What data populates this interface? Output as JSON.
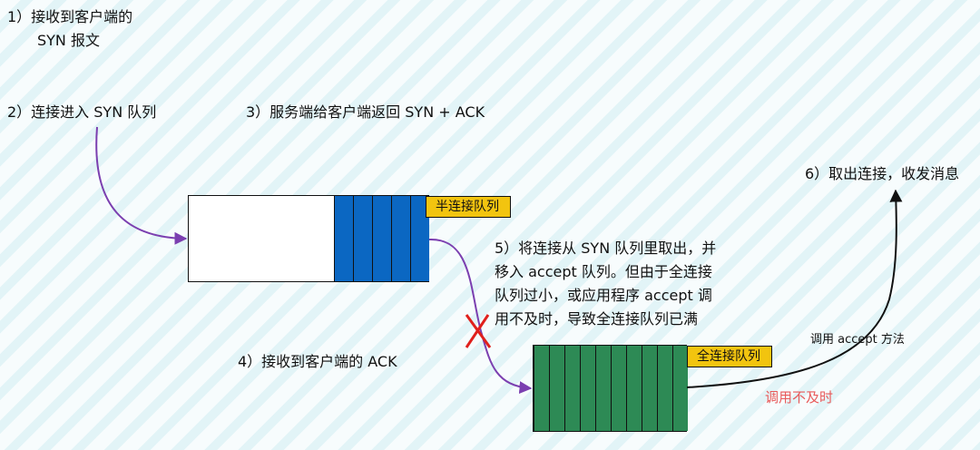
{
  "steps": {
    "step1_line1": "1）接收到客户端的",
    "step1_line2": "SYN 报文",
    "step2": "2）连接进入 SYN 队列",
    "step3": "3）服务端给客户端返回 SYN + ACK",
    "step4": "4）接收到客户端的 ACK",
    "step5_line1": "5）将连接从 SYN 队列里取出，并",
    "step5_line2": "移入 accept 队列。但由于全连接",
    "step5_line3": "队列过小，或应用程序 accept 调",
    "step5_line4": "用不及时，导致全连接队列已满",
    "step6": "6）取出连接，收发消息"
  },
  "queues": {
    "syn_label": "半连接队列",
    "accept_label": "全连接队列",
    "syn_slots": 5,
    "accept_slots": 10
  },
  "labels": {
    "accept_call": "调用 accept 方法",
    "too_late": "调用不及时"
  },
  "colors": {
    "syn_slot": "#0b67c2",
    "accept_slot": "#2d8a55",
    "tag_bg": "#f2c40f",
    "arrow_purple": "#7b3fb0",
    "fail_mark": "#e0201c",
    "warning_text": "#e85a5a"
  }
}
